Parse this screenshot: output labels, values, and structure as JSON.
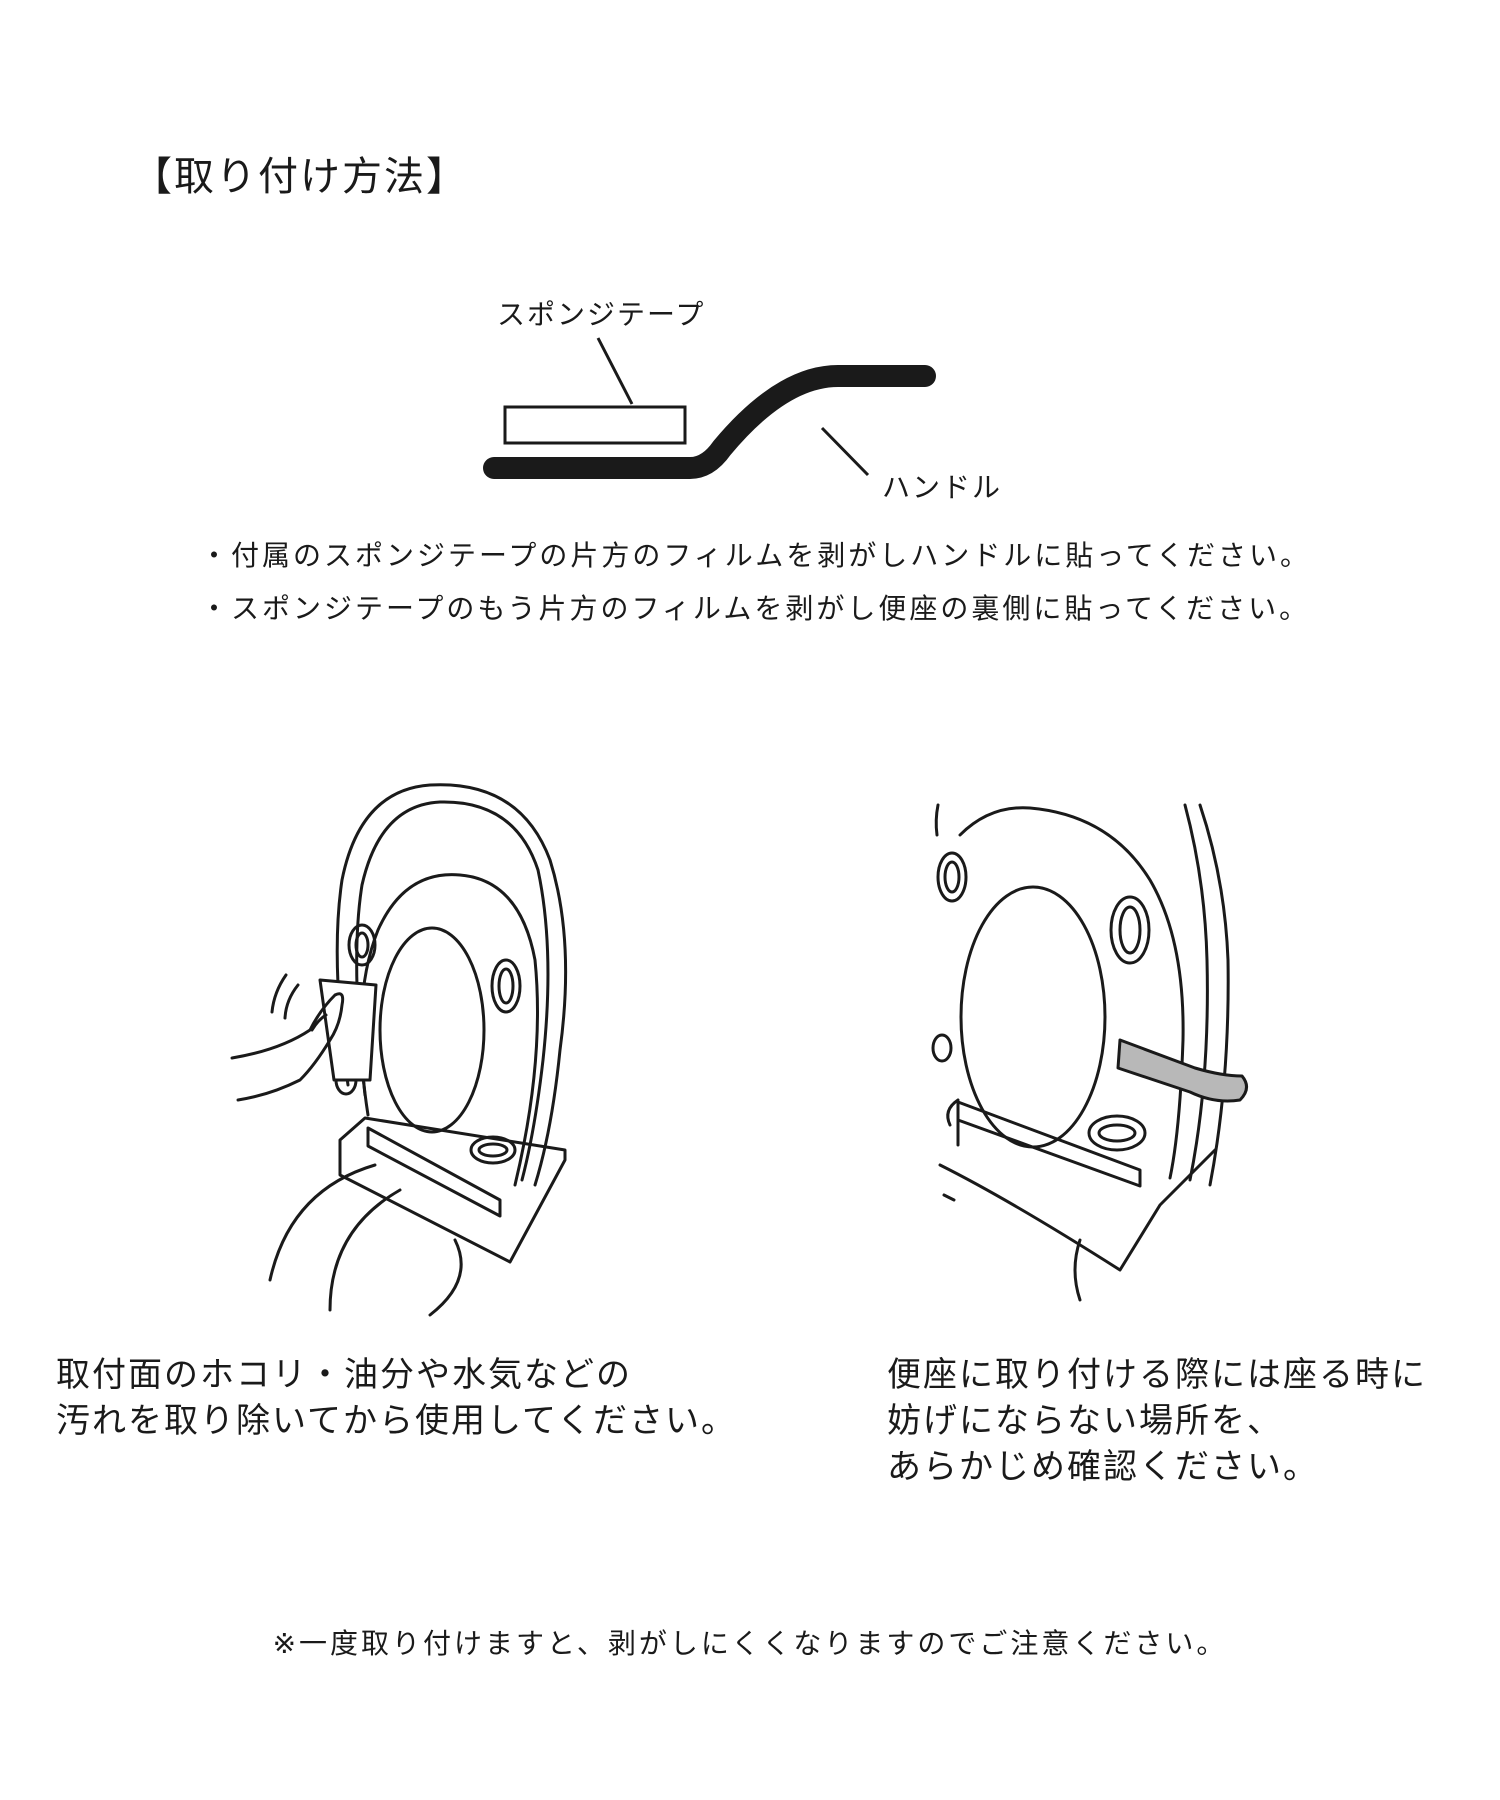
{
  "title": "【取り付け方法】",
  "diagram": {
    "sponge_label": "スポンジテープ",
    "handle_label": "ハンドル"
  },
  "instructions": [
    "・付属のスポンジテープの片方のフィルムを剥がしハンドルに貼ってください。",
    "・スポンジテープのもう片方のフィルムを剥がし便座の裏側に貼ってください。"
  ],
  "steps": [
    {
      "lines": [
        "取付面のホコリ・油分や水気などの",
        "汚れを取り除いてから使用してください。"
      ]
    },
    {
      "lines": [
        "便座に取り付ける際には座る時に",
        "妨げにならない場所を、",
        "あらかじめ確認ください。"
      ]
    }
  ],
  "note": "※一度取り付けますと、剥がしにくくなりますのでご注意ください。"
}
